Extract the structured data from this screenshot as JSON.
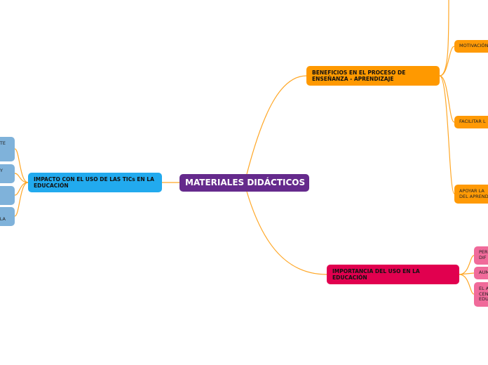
{
  "root": {
    "label": "MATERIALES DIDÁCTICOS",
    "color": "#652a8c"
  },
  "branches": {
    "beneficios": {
      "label": "BENEFICIOS EN EL PROCESO DE ENSEÑANZA - APRENDIZAJE",
      "color": "#ff9900",
      "children": [
        "MOTIVACIÓN",
        "FACILITAR L",
        "APOYAR LA DEL APRENDI"
      ]
    },
    "importancia": {
      "label": "IMPORTANCIA DEL USO EN LA EDUCACIÓN",
      "color": "#e1004f",
      "children": [
        "PER DIF",
        "AUM",
        "EL A CEN EDU"
      ]
    },
    "impacto": {
      "label": "IMPACTO CON EL USO DE LAS TICs EN LA EDUCACIÓN",
      "color": "#22aaee",
      "children": [
        "TE",
        "Y",
        "",
        "LA"
      ]
    }
  },
  "link_color": "#ffa726"
}
